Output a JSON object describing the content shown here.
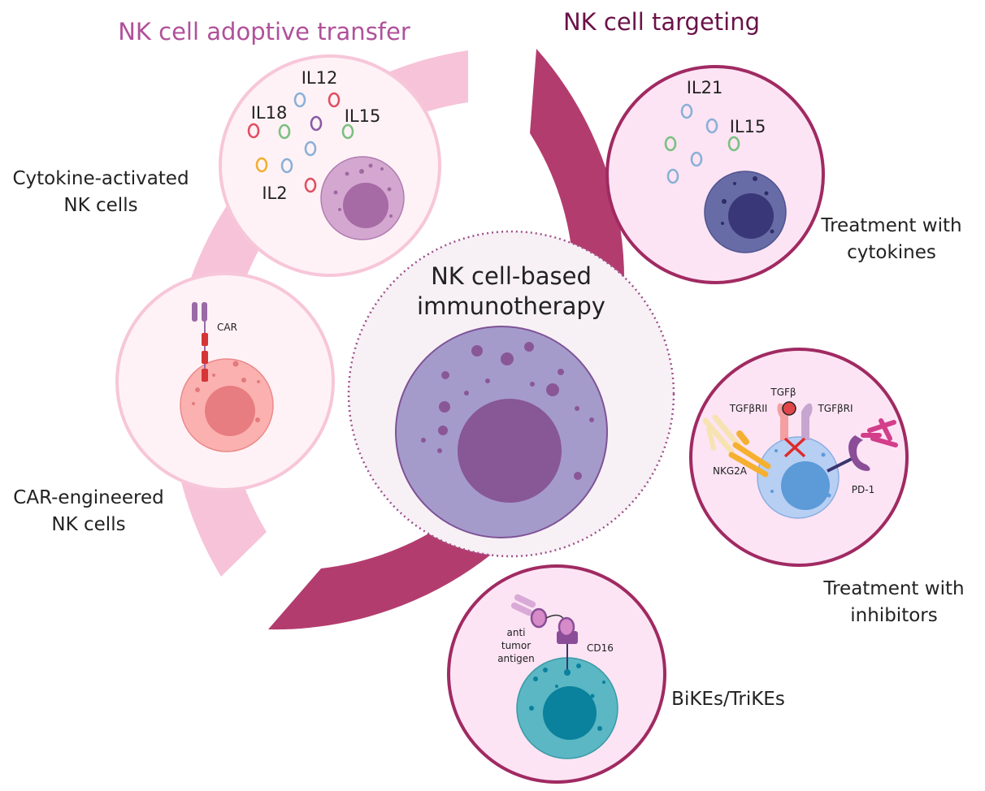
{
  "titles": {
    "adoptive": "NK cell adoptive transfer",
    "targeting": "NK cell targeting"
  },
  "center": {
    "line1": "NK cell-based",
    "line2": "immunotherapy"
  },
  "side_labels": {
    "cytokine_activated": [
      "Cytokine-activated",
      "NK cells"
    ],
    "car_engineered": [
      "CAR-engineered",
      "NK cells"
    ],
    "treatment_cytokines": [
      "Treatment with",
      "cytokines"
    ],
    "treatment_inhibitors": [
      "Treatment with",
      "inhibitors"
    ],
    "bikes": "BiKEs/TriKEs"
  },
  "cytokine_panel": {
    "il12": "IL12",
    "il18": "IL18",
    "il15": "IL15",
    "il2": "IL2"
  },
  "car_panel": {
    "car": "CAR"
  },
  "targeting_cytokines_panel": {
    "il21": "IL21",
    "il15": "IL15"
  },
  "inhibitors_panel": {
    "tgfb": "TGFβ",
    "tgfbrii": "TGFβRII",
    "tgfbri": "TGFβRI",
    "nkg2a": "NKG2A",
    "pd1": "PD-1"
  },
  "bikes_panel": {
    "antigen": [
      "anti",
      "tumor",
      "antigen"
    ],
    "cd16": "CD16"
  },
  "colors": {
    "light_arc": "#f7c3d8",
    "dark_arc": "#b33c6e",
    "adoptive_title": "#b0509a",
    "targeting_title": "#6a1248"
  }
}
